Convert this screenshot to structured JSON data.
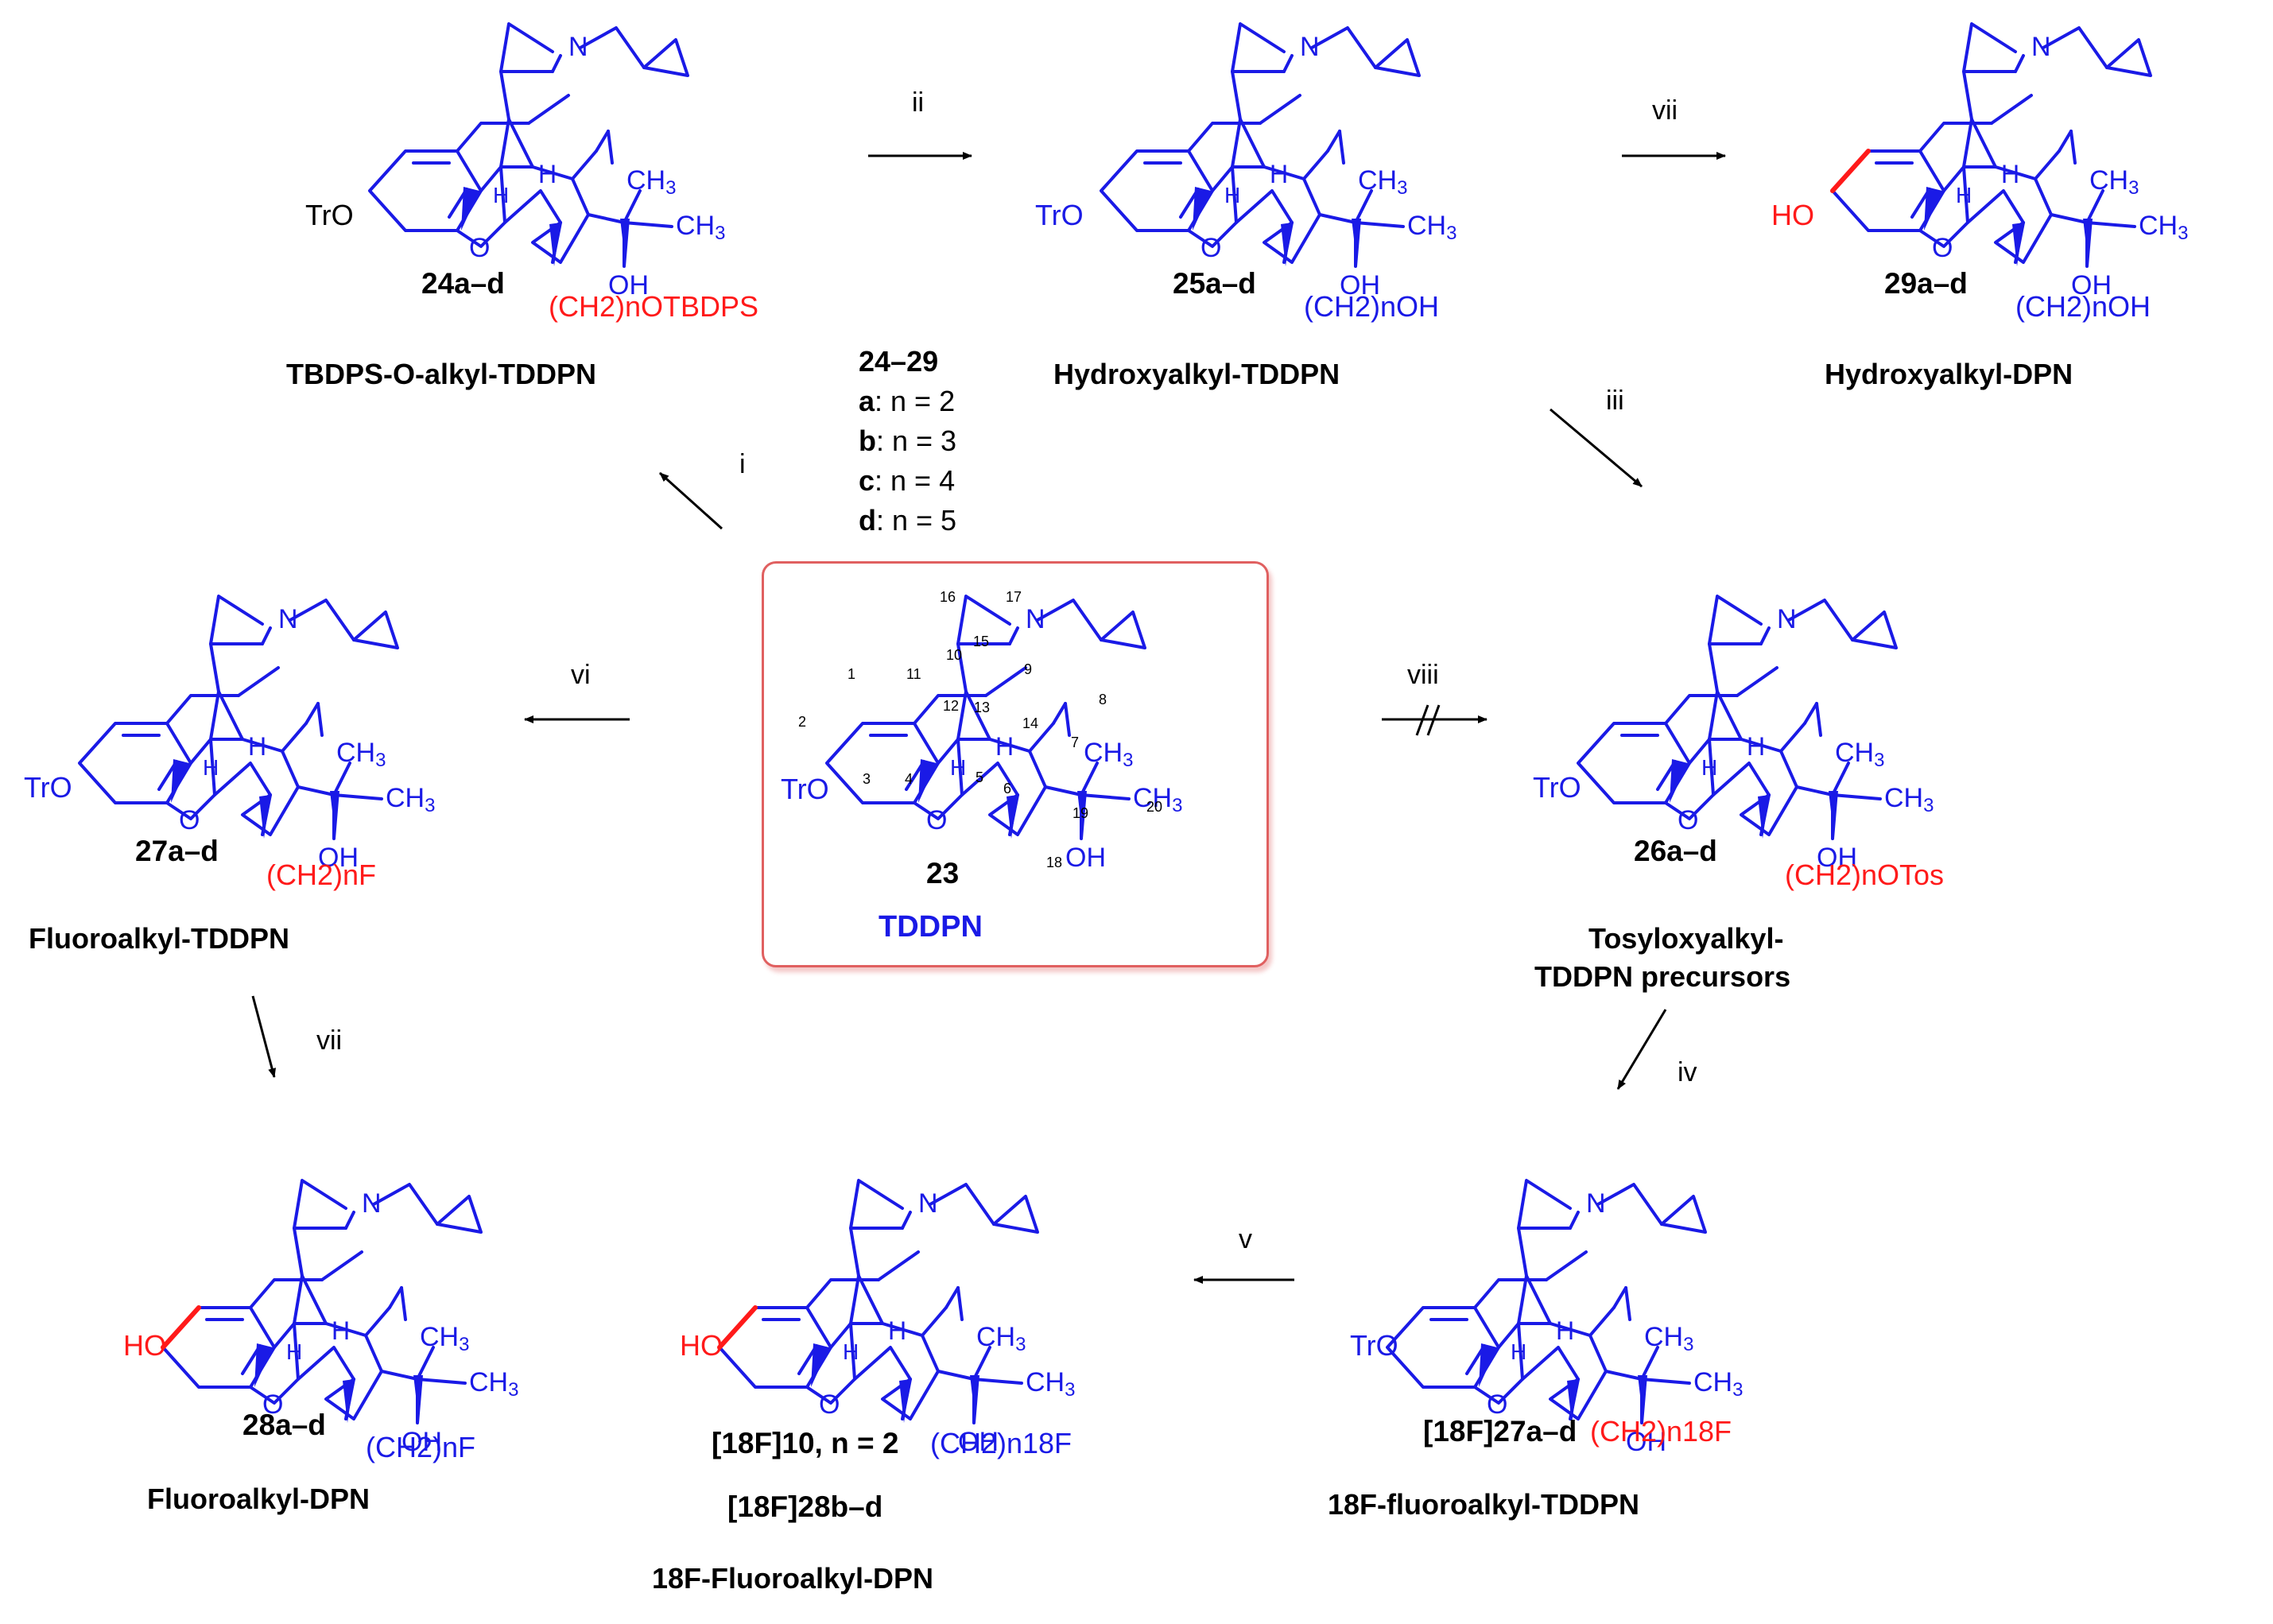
{
  "colors": {
    "skeleton": "#1a1ae6",
    "substituent": "#ff1a1a",
    "bond": "#000000",
    "box_border": "#e06060"
  },
  "atoms": {
    "N": "N",
    "H": "H",
    "O": "O",
    "CH3": "CH3",
    "OH": "OH",
    "HO": "HO",
    "TrO": "TrO"
  },
  "compounds": {
    "c24": {
      "label": "24a–d",
      "chain": "(CH2)nOTBDPS",
      "name": "TBDPS-O-alkyl-TDDPN"
    },
    "c25": {
      "label": "25a–d",
      "chain": "(CH2)nOH",
      "name": "Hydroxyalkyl-TDDPN"
    },
    "c29": {
      "label": "29a–d",
      "chain": "(CH2)nOH",
      "name": "Hydroxyalkyl-DPN"
    },
    "c27": {
      "label": "27a–d",
      "chain": "(CH2)nF",
      "name": "Fluoroalkyl-TDDPN"
    },
    "c23": {
      "label": "23",
      "name": "TDDPN"
    },
    "c26": {
      "label": "26a–d",
      "chain": "(CH2)nOTos",
      "name_line1": "Tosyloxyalkyl-",
      "name_line2": "TDDPN precursors"
    },
    "c28": {
      "label": "28a–d",
      "chain": "(CH2)nF",
      "name": "Fluoroalkyl-DPN"
    },
    "c10": {
      "label": "[18F]10, n = 2",
      "label2": "[18F]28b–d",
      "chain": "(CH2)n18F",
      "name": "18F-Fluoroalkyl-DPN"
    },
    "c27f": {
      "label": "[18F]27a–d",
      "chain": "(CH2)n18F",
      "name": "18F-fluoroalkyl-TDDPN"
    }
  },
  "legend": {
    "title": "24–29",
    "rows": [
      {
        "k": "a",
        "v": ": n = 2"
      },
      {
        "k": "b",
        "v": ": n = 3"
      },
      {
        "k": "c",
        "v": ": n = 4"
      },
      {
        "k": "d",
        "v": ": n = 5"
      }
    ]
  },
  "steps": {
    "i": "i",
    "ii": "ii",
    "iii": "iii",
    "iv": "iv",
    "v": "v",
    "vi": "vi",
    "vii": "vii",
    "viii": "viii"
  },
  "numbering": [
    "1",
    "2",
    "3",
    "4",
    "5",
    "6",
    "7",
    "8",
    "9",
    "10",
    "11",
    "12",
    "13",
    "14",
    "15",
    "16",
    "17",
    "18",
    "19",
    "20"
  ]
}
